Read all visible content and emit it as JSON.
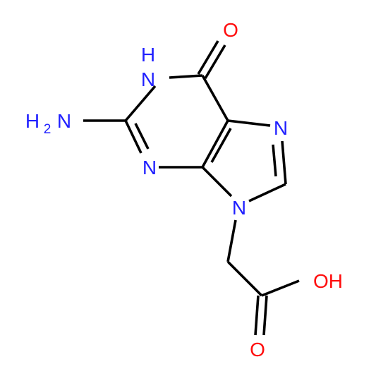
{
  "molecule": {
    "labels": {
      "n_amino": {
        "main": "H",
        "sub": "2",
        "tail": "N"
      },
      "n1h": {
        "h": "H",
        "n": "N"
      },
      "n3": "N",
      "n7": "N",
      "n9": "N",
      "o6": "O",
      "oh": "OH",
      "o_acid": "O"
    },
    "colors": {
      "bond": "#000000",
      "nitrogen": "#2020ff",
      "oxygen": "#ff0d0d",
      "background": "#ffffff"
    }
  }
}
